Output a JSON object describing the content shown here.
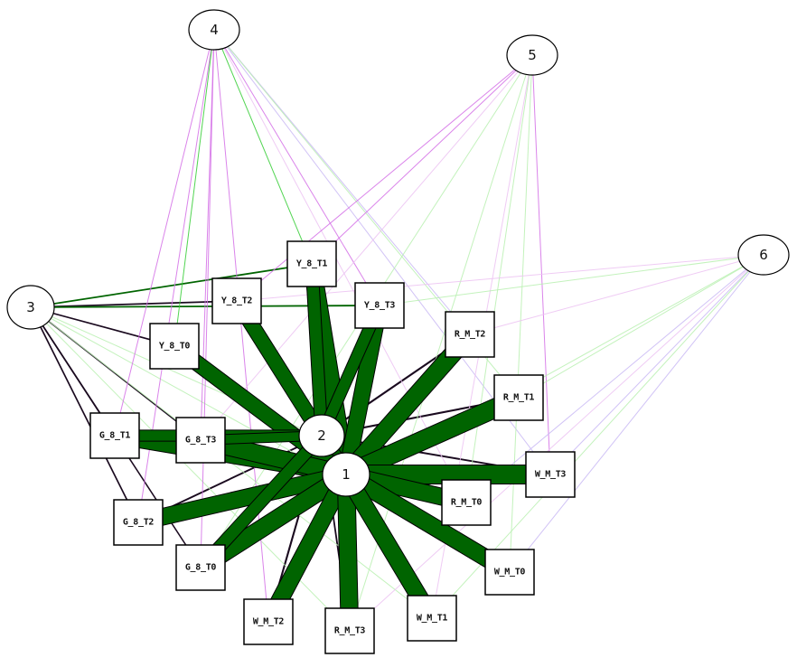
{
  "title": "Network graph of sample nodes and hubs",
  "colors": {
    "strong_edge": "#006400",
    "strong_edge_outline": "#000000",
    "dark_edge": "#1a0a1f",
    "green_edge": "#33cc33",
    "light_green_edge": "#b8f0b0",
    "magenta_edge": "#d36ee6",
    "light_magenta_edge": "#ecc2f2",
    "lavender_edge": "#c9b8f5",
    "node_fill": "#ffffff",
    "node_stroke": "#000000"
  },
  "hubs": [
    {
      "id": "1",
      "label": "1"
    },
    {
      "id": "2",
      "label": "2"
    },
    {
      "id": "3",
      "label": "3"
    },
    {
      "id": "4",
      "label": "4"
    },
    {
      "id": "5",
      "label": "5"
    },
    {
      "id": "6",
      "label": "6"
    }
  ],
  "samples": [
    {
      "id": "Y_8_T1",
      "label": "Y_8_T1"
    },
    {
      "id": "Y_8_T2",
      "label": "Y_8_T2"
    },
    {
      "id": "Y_8_T3",
      "label": "Y_8_T3"
    },
    {
      "id": "Y_8_T0",
      "label": "Y_8_T0"
    },
    {
      "id": "R_M_T2",
      "label": "R_M_T2"
    },
    {
      "id": "R_M_T1",
      "label": "R_M_T1"
    },
    {
      "id": "G_8_T1",
      "label": "G_8_T1"
    },
    {
      "id": "G_8_T3",
      "label": "G_8_T3"
    },
    {
      "id": "W_M_T3",
      "label": "W_M_T3"
    },
    {
      "id": "R_M_T0",
      "label": "R_M_T0"
    },
    {
      "id": "G_8_T2",
      "label": "G_8_T2"
    },
    {
      "id": "G_8_T0",
      "label": "G_8_T0"
    },
    {
      "id": "W_M_T0",
      "label": "W_M_T0"
    },
    {
      "id": "W_M_T2",
      "label": "W_M_T2"
    },
    {
      "id": "R_M_T3",
      "label": "R_M_T3"
    },
    {
      "id": "W_M_T1",
      "label": "W_M_T1"
    }
  ],
  "edges": [
    {
      "from": "1",
      "to": "Y_8_T1",
      "weight": 0.9,
      "style": "strong"
    },
    {
      "from": "1",
      "to": "Y_8_T2",
      "weight": 0.7,
      "style": "strong"
    },
    {
      "from": "1",
      "to": "Y_8_T3",
      "weight": 0.8,
      "style": "strong"
    },
    {
      "from": "1",
      "to": "Y_8_T0",
      "weight": 0.75,
      "style": "strong"
    },
    {
      "from": "1",
      "to": "R_M_T2",
      "weight": 0.9,
      "style": "strong"
    },
    {
      "from": "1",
      "to": "R_M_T1",
      "weight": 1.0,
      "style": "strong"
    },
    {
      "from": "1",
      "to": "G_8_T1",
      "weight": 0.8,
      "style": "strong"
    },
    {
      "from": "1",
      "to": "G_8_T3",
      "weight": 0.9,
      "style": "strong"
    },
    {
      "from": "1",
      "to": "W_M_T3",
      "weight": 1.0,
      "style": "strong"
    },
    {
      "from": "1",
      "to": "R_M_T0",
      "weight": 0.85,
      "style": "strong"
    },
    {
      "from": "1",
      "to": "G_8_T2",
      "weight": 0.85,
      "style": "strong"
    },
    {
      "from": "1",
      "to": "G_8_T0",
      "weight": 0.9,
      "style": "strong"
    },
    {
      "from": "1",
      "to": "W_M_T0",
      "weight": 0.85,
      "style": "strong"
    },
    {
      "from": "1",
      "to": "W_M_T2",
      "weight": 0.85,
      "style": "strong"
    },
    {
      "from": "1",
      "to": "R_M_T3",
      "weight": 0.9,
      "style": "strong"
    },
    {
      "from": "1",
      "to": "W_M_T1",
      "weight": 0.85,
      "style": "strong"
    },
    {
      "from": "2",
      "to": "Y_8_T1",
      "weight": 0.55,
      "style": "strong"
    },
    {
      "from": "2",
      "to": "Y_8_T3",
      "weight": 0.5,
      "style": "strong"
    },
    {
      "from": "2",
      "to": "G_8_T1",
      "weight": 0.45,
      "style": "strong"
    },
    {
      "from": "2",
      "to": "G_8_T3",
      "weight": 0.35,
      "style": "strong"
    },
    {
      "from": "2",
      "to": "G_8_T0",
      "weight": 0.55,
      "style": "strong"
    },
    {
      "from": "2",
      "to": "R_M_T2",
      "weight": 0.15,
      "style": "dark"
    },
    {
      "from": "2",
      "to": "R_M_T1",
      "weight": 0.15,
      "style": "dark"
    },
    {
      "from": "2",
      "to": "W_M_T3",
      "weight": 0.12,
      "style": "dark"
    },
    {
      "from": "2",
      "to": "G_8_T2",
      "weight": 0.12,
      "style": "dark"
    },
    {
      "from": "2",
      "to": "W_M_T2",
      "weight": 0.15,
      "style": "dark"
    },
    {
      "from": "2",
      "to": "R_M_T3",
      "weight": 0.1,
      "style": "dark"
    },
    {
      "from": "2",
      "to": "R_M_T0",
      "weight": 0.12,
      "style": "dark"
    },
    {
      "from": "3",
      "to": "Y_8_T1",
      "weight": 0.1,
      "style": "green_dark"
    },
    {
      "from": "3",
      "to": "Y_8_T2",
      "weight": 0.1,
      "style": "dark"
    },
    {
      "from": "3",
      "to": "Y_8_T3",
      "weight": 0.1,
      "style": "green_dark"
    },
    {
      "from": "3",
      "to": "Y_8_T0",
      "weight": 0.08,
      "style": "dark"
    },
    {
      "from": "3",
      "to": "G_8_T1",
      "weight": 0.08,
      "style": "dark"
    },
    {
      "from": "3",
      "to": "G_8_T2",
      "weight": 0.08,
      "style": "dark"
    },
    {
      "from": "3",
      "to": "G_8_T3",
      "weight": 0.06,
      "style": "dark"
    },
    {
      "from": "3",
      "to": "G_8_T0",
      "weight": 0.06,
      "style": "dark"
    },
    {
      "from": "3",
      "to": "R_M_T0",
      "weight": 0.04,
      "style": "light_green"
    },
    {
      "from": "3",
      "to": "W_M_T0",
      "weight": 0.04,
      "style": "light_green"
    },
    {
      "from": "3",
      "to": "W_M_T1",
      "weight": 0.04,
      "style": "light_green"
    },
    {
      "from": "3",
      "to": "R_M_T3",
      "weight": 0.04,
      "style": "light_green"
    },
    {
      "from": "4",
      "to": "Y_8_T1",
      "weight": 0.06,
      "style": "green"
    },
    {
      "from": "4",
      "to": "G_8_T1",
      "weight": 0.05,
      "style": "magenta"
    },
    {
      "from": "4",
      "to": "G_8_T2",
      "weight": 0.05,
      "style": "magenta"
    },
    {
      "from": "4",
      "to": "G_8_T3",
      "weight": 0.05,
      "style": "magenta"
    },
    {
      "from": "4",
      "to": "W_M_T2",
      "weight": 0.05,
      "style": "magenta"
    },
    {
      "from": "4",
      "to": "G_8_T0",
      "weight": 0.05,
      "style": "magenta"
    },
    {
      "from": "4",
      "to": "Y_8_T0",
      "weight": 0.04,
      "style": "green"
    },
    {
      "from": "4",
      "to": "R_M_T2",
      "weight": 0.04,
      "style": "lavender"
    },
    {
      "from": "4",
      "to": "R_M_T1",
      "weight": 0.04,
      "style": "light_green"
    },
    {
      "from": "4",
      "to": "W_M_T3",
      "weight": 0.04,
      "style": "lavender"
    },
    {
      "from": "4",
      "to": "R_M_T0",
      "weight": 0.04,
      "style": "light_magenta"
    },
    {
      "from": "4",
      "to": "Y_8_T3",
      "weight": 0.04,
      "style": "magenta"
    },
    {
      "from": "5",
      "to": "Y_8_T2",
      "weight": 0.05,
      "style": "magenta"
    },
    {
      "from": "5",
      "to": "Y_8_T1",
      "weight": 0.05,
      "style": "magenta"
    },
    {
      "from": "5",
      "to": "W_M_T3",
      "weight": 0.05,
      "style": "magenta"
    },
    {
      "from": "5",
      "to": "G_8_T3",
      "weight": 0.04,
      "style": "light_magenta"
    },
    {
      "from": "5",
      "to": "R_M_T0",
      "weight": 0.04,
      "style": "light_green"
    },
    {
      "from": "5",
      "to": "W_M_T0",
      "weight": 0.03,
      "style": "light_green"
    },
    {
      "from": "5",
      "to": "R_M_T3",
      "weight": 0.03,
      "style": "light_green"
    },
    {
      "from": "5",
      "to": "G_8_T0",
      "weight": 0.03,
      "style": "light_green"
    },
    {
      "from": "5",
      "to": "W_M_T1",
      "weight": 0.03,
      "style": "light_magenta"
    },
    {
      "from": "6",
      "to": "Y_8_T3",
      "weight": 0.04,
      "style": "light_green"
    },
    {
      "from": "6",
      "to": "Y_8_T2",
      "weight": 0.03,
      "style": "light_magenta"
    },
    {
      "from": "6",
      "to": "R_M_T2",
      "weight": 0.03,
      "style": "light_magenta"
    },
    {
      "from": "6",
      "to": "R_M_T1",
      "weight": 0.03,
      "style": "light_green"
    },
    {
      "from": "6",
      "to": "W_M_T3",
      "weight": 0.03,
      "style": "lavender"
    },
    {
      "from": "6",
      "to": "R_M_T0",
      "weight": 0.03,
      "style": "lavender"
    },
    {
      "from": "6",
      "to": "W_M_T0",
      "weight": 0.03,
      "style": "lavender"
    },
    {
      "from": "6",
      "to": "W_M_T1",
      "weight": 0.03,
      "style": "light_green"
    },
    {
      "from": "6",
      "to": "R_M_T3",
      "weight": 0.03,
      "style": "light_magenta"
    },
    {
      "from": "6",
      "to": "G_8_T0",
      "weight": 0.03,
      "style": "light_green"
    }
  ]
}
